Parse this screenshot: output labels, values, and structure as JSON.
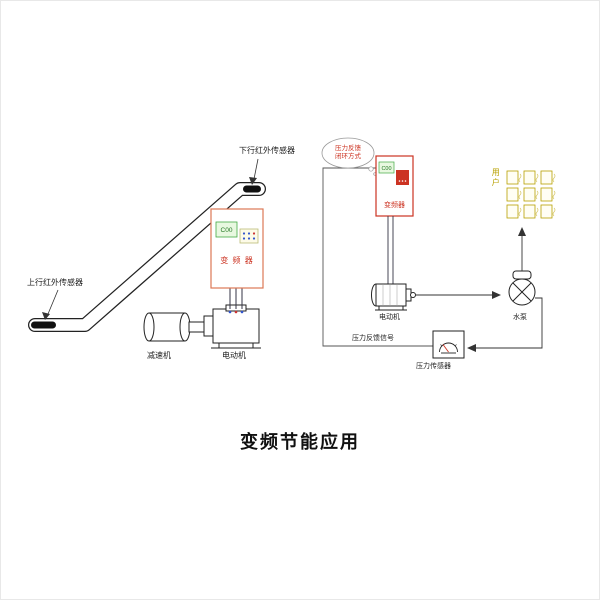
{
  "title": "变频节能应用",
  "escalator_system": {
    "sensor_up_label": "上行红外传感器",
    "sensor_down_label": "下行红外传感器",
    "inverter": {
      "display": "C00",
      "label": "变 频 器"
    },
    "reducer_label": "减速机",
    "motor_label": "电动机"
  },
  "pump_system": {
    "cloud_note_line1": "压力反馈",
    "cloud_note_line2": "闭环方式",
    "inverter": {
      "display": "C00",
      "label": "变频器"
    },
    "motor_label": "电动机",
    "pump_label": "水泵",
    "users_label": "用户",
    "feedback_signal_label": "压力反馈信号",
    "sensor_label": "压力传感器"
  },
  "colors": {
    "inverter_border": "#cc3322",
    "display_green": "#2e8b2e",
    "users_olive": "#b8a000",
    "line": "#333333"
  }
}
